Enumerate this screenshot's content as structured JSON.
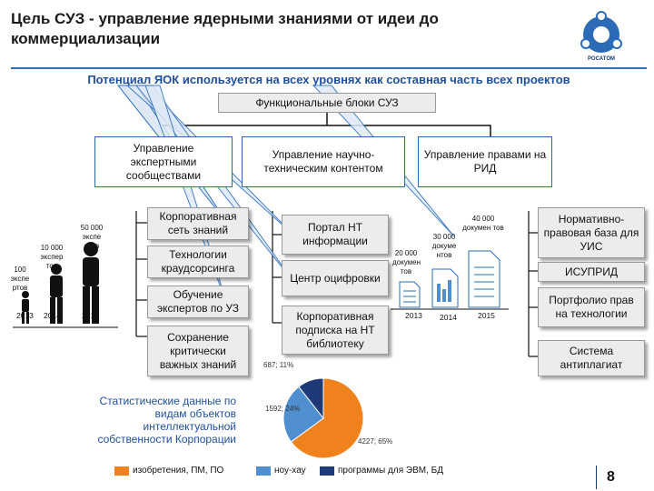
{
  "title": "Цель СУЗ - управление ядерными знаниями от идеи до коммерциализации",
  "logo_text": "РОСАТОМ",
  "subtitle": "Потенциал ЯОК используется на всех уровнях как составная часть всех проектов",
  "functional_blocks_header": "Функциональные блоки СУЗ",
  "columns": [
    {
      "label": "Управление экспертными сообществами"
    },
    {
      "label": "Управление научно-техническим контентом"
    },
    {
      "label": "Управление правами на РИД"
    }
  ],
  "col1_items": [
    "Корпоративная сеть знаний",
    "Технологии краудсорсинга",
    "Обучение экспертов по УЗ",
    "Сохранение критически важных знаний"
  ],
  "col2_items": [
    "Портал НТ информации",
    "Центр оцифровки",
    "Корпоративная подписка на НТ библиотеку"
  ],
  "col3_items": [
    "Нормативно-правовая база для УИС",
    "ИСУПРИД",
    "Портфолио прав на технологии",
    "Система антиплагиат"
  ],
  "experts": [
    {
      "year": "2013",
      "label": "100 экспе ртов"
    },
    {
      "year": "2014",
      "label": "10 000 экспер тов"
    },
    {
      "year": "2015",
      "label": "50 000 экспе ртов"
    }
  ],
  "documents": [
    {
      "year": "2013",
      "label": "20 000 докумен тов"
    },
    {
      "year": "2014",
      "label": "30 000 докуме нтов"
    },
    {
      "year": "2015",
      "label": "40 000 докумен тов"
    }
  ],
  "pie_caption": "Статистические данные по видам объектов интеллектуальной собственности Корпорации",
  "chart_data": {
    "type": "pie",
    "values": [
      4227,
      1592,
      687
    ],
    "data_labels": [
      "4227; 65%",
      "1592; 24%",
      "687; 11%"
    ],
    "legend": [
      "изобретения, ПМ, ПО",
      "ноу-хау",
      "программы для ЭВМ, БД"
    ],
    "colors": [
      "#f0821e",
      "#4f8fd0",
      "#1f3a78"
    ]
  },
  "page_number": "8"
}
